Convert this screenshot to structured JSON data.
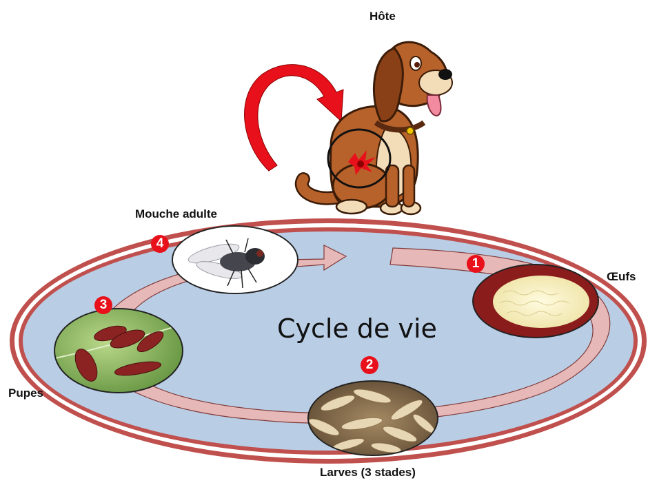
{
  "diagram": {
    "title": "Cycle de vie",
    "host_label": "Hôte",
    "stages": [
      {
        "number": "1",
        "label": "Œufs"
      },
      {
        "number": "2",
        "label": "Larves (3 stades)"
      },
      {
        "number": "3",
        "label": "Pupes"
      },
      {
        "number": "4",
        "label": "Mouche adulte"
      }
    ]
  },
  "colors": {
    "outer_ring": "#c0504d",
    "inner_field": "#b9cde5",
    "cycle_arrow": "#d99694",
    "infestation_arrow": "#e8101a",
    "badge": "#e8101a",
    "dog_body": "#b8622b"
  },
  "icons": {
    "host": "dog-icon",
    "eggs": "eggs-photo",
    "larvae": "larvae-photo",
    "pupae": "pupae-photo",
    "adult": "fly-photo"
  }
}
